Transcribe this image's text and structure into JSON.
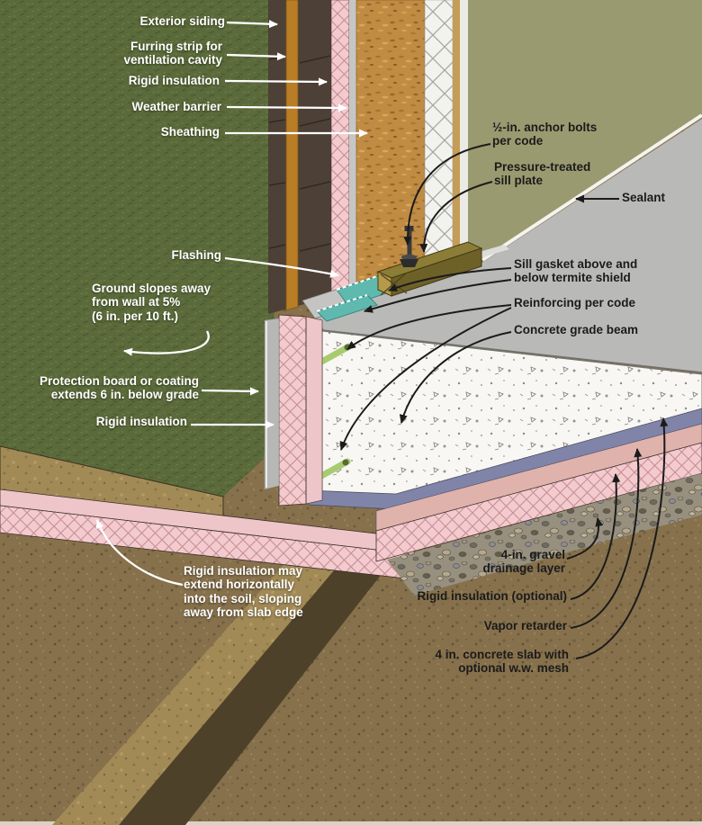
{
  "figure": {
    "alt": "Isometric cutaway construction detail of an insulated slab-on-grade foundation at an exterior wall"
  },
  "labels": {
    "exterior_siding": "Exterior siding",
    "furring_strip": "Furring strip for\nventilation cavity",
    "rigid_insulation_wall": "Rigid insulation",
    "weather_barrier": "Weather barrier",
    "sheathing": "Sheathing",
    "flashing": "Flashing",
    "ground_slope": "Ground slopes away\nfrom wall at 5%\n(6 in. per 10 ft.)",
    "protection_board": "Protection board or coating\nextends 6 in. below grade",
    "rigid_insulation_below_grade": "Rigid insulation",
    "rigid_insulation_horizontal": "Rigid insulation may\nextend horizontally\ninto the soil, sloping\naway from slab edge",
    "anchor_bolts": "½-in. anchor bolts\nper code",
    "sill_plate": "Pressure-treated\nsill plate",
    "sealant": "Sealant",
    "sill_gasket": "Sill gasket above and\nbelow termite shield",
    "reinforcing": "Reinforcing per code",
    "grade_beam": "Concrete grade beam",
    "gravel_layer": "4-in. gravel\ndrainage layer",
    "rigid_insulation_optional": "Rigid insulation (optional)",
    "vapor_retarder": "Vapor retarder",
    "concrete_slab": "4 in. concrete slab with\noptional w.w. mesh"
  },
  "colors": {
    "grass_green": "#5a6a3a",
    "soil_brown": "#87714c",
    "topsoil_tan": "#a28a57",
    "siding_brown": "#4d4036",
    "furring_orange": "#b97d26",
    "insulation_pink": "#f3cbce",
    "weather_barrier_gray": "#c6c6c4",
    "sheathing_osb_tan": "#c08c44",
    "batt_white": "#f2f2ee",
    "stud_tan": "#c49d58",
    "drywall_white": "#eceae4",
    "interior_wall_olive": "#9a9a70",
    "floor_slab_gray": "#b9b9b7",
    "sealant_white": "#f4f3ee",
    "concrete_white": "#f8f7f3",
    "vapor_retarder_slate": "#8084a8",
    "under_slab_salmon": "#dfb2ab",
    "gravel_gray": "#97907e",
    "termite_shield_teal": "#5fb9ae",
    "sill_plate_olive": "#8c7d36",
    "rebar_green": "#a9cb70",
    "protection_board_gray": "#b7b7b5",
    "flashing_gray": "#c4c4c2",
    "soil_dark_band": "#4e4129",
    "label_white": "#ffffff",
    "label_black": "#1b1b1b"
  }
}
